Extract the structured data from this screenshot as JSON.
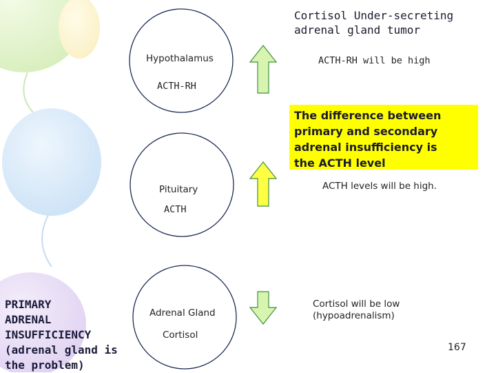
{
  "title": {
    "line1": "Cortisol Under-secreting",
    "line2": "adrenal gland tumor"
  },
  "hypothalamus": {
    "name": "Hypothalamus",
    "hormone": "ACTH-RH",
    "note": "ACTH-RH will be high",
    "arrow": "up"
  },
  "pituitary": {
    "name": "Pituitary",
    "hormone": "ACTH",
    "note": "ACTH levels will be high.",
    "arrow": "up"
  },
  "adrenal": {
    "name": "Adrenal Gland",
    "hormone": "Cortisol",
    "note_line1": "Cortisol will be low",
    "note_line2": "(hypoadrenalism)",
    "arrow": "down"
  },
  "callout": {
    "line1": "The difference between",
    "line2": "primary and secondary",
    "line3": "adrenal insufficiency is",
    "line4": "the ACTH level"
  },
  "primary_label": {
    "line1": "PRIMARY",
    "line2": "ADRENAL",
    "line3": "INSUFFICIENCY",
    "line4": "(adrenal gland is",
    "line5": "the problem)"
  },
  "page_number": "167",
  "colors": {
    "arrow_fill": "#ffff44",
    "arrow_fill_down": "#d7f5b0",
    "arrow_stroke": "#3d8f3d",
    "circle_stroke": "#1b2a52",
    "callout_bg": "#ffff00"
  }
}
